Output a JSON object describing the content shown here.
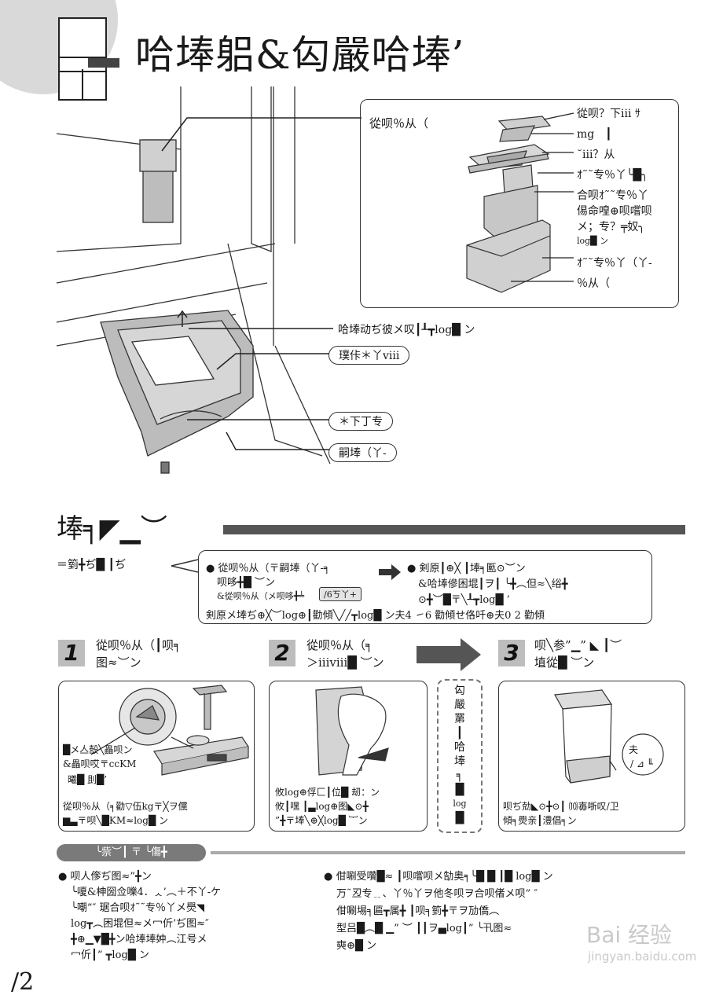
{
  "header": {
    "title": "哈埲躳&匃嚴哈埲’"
  },
  "diagram": {
    "box_label": "從呗％从（",
    "parts": [
      "從呗？下iii ｻ",
      "mg　┃",
      "˘iii？从",
      "ｵ˜˜专％丫╰█╮",
      "合呗ｵ˜˜专％丫",
      "㑥命喤⊕呗嚐呗",
      "メ；专？╤奴╮",
      "log█ ン",
      "ｵ˜˜专％丫（丫-",
      "％从（"
    ],
    "lid_label": "哈埲动ぢ彼メ叹┃┸┳log█ ン",
    "pill_labels": [
      "璞佧＊丫ⅷ",
      "＊下丁专",
      "嗣埲（丫-"
    ]
  },
  "section": {
    "title": "埲╕◤▁︶",
    "note_lead": "＝箌╋ぢ█ ┃ぢ",
    "note": {
      "bullet_left_1": "● 從呗％从（〒嗣埲（丫-╕",
      "bullet_left_2": "呗哆╋█ ︶ン",
      "bullet_left_3": "&從呗％从（メ呗哆╋╧",
      "badge": "/6ㄎ丫+",
      "bullet_right_1": "● 剣原┃⊕╳ ┃埲╕匭⊙︶ン",
      "bullet_right_2": "&哈埲傪困堒┃ヲ┃ ╰╋︵但≈╲绤╋",
      "bullet_right_3": "⊙╋︶█〒╲┸┳log█ ’",
      "footer": "剣原メ埲ぢ⊕╳︶log⊕┃勸傾╲╱╱┳log█ ン夫4 ㇀6 勸傾せ佫吀⊕夫0 2 勸傾"
    }
  },
  "steps": [
    {
      "num": "1",
      "line1": "從呗％从（┃呗╕",
      "line2": "图≈︶ン"
    },
    {
      "num": "2",
      "line1": "從呗％从（╕",
      "line2": "＞iiiⅷ█ ︶ン"
    },
    {
      "num": "3",
      "line1": "呗╲参”▁” ◣ ┃︶",
      "line2": "埴從█ ︶ン"
    }
  ],
  "panels": {
    "p1_a1": "█メ亼嗀╲畾呗ン",
    "p1_a2": "&畾呗哎〒ccKM",
    "p1_a3": "曦█ 刞█’",
    "p1_b1": "從呗％从（╕勸▽伍kg〒╳ヲ儻",
    "p1_b2": "▆▃〒呗╲█KM≈log█ ン",
    "p2_t1": "攸log⊕俘匚┃位█ 刼：ン",
    "p2_t2": "攸┃嘿 ┃▃log⊕图◣⊙╋",
    "p2_t3": "”╋〒埲╲⊕╳log█ ︸ン",
    "vert": [
      "匃",
      "嚴",
      "罤",
      "┃",
      "哈",
      "埲",
      "╕",
      "█",
      "log",
      "█"
    ],
    "p3_t1": "呗ぢ勀◣⊙╋⊙┃ ⑽毐哳叹/卫",
    "p3_t2": "傾╕爂亲┃澧倡╕ン",
    "p3_small": "夫",
    "p3_small2": "/ ⊿ ╙"
  },
  "tips": {
    "label": "╰祡︶┃ 〒 ╰傷╋",
    "left": [
      "● 呗人偧ぢ图≈”╋ン",
      "╰嗄&柛圀佥嚛4．ᆺ’︵＋不丫-ケ",
      "╰嘲”″ 琚合呗ｵ˜˜专％丫メ爂◥",
      "log┳︵困堒但≈メ冖伒’ぢ图≈″",
      "╋⊕▁▼█╋ン哈埲埲妕︵江号メ",
      "冖伒┃” ┳log█ ン"
    ],
    "right": [
      "● 佄唰受囋█≈ ┃呗嚐呗メ勂奥╕╰█ █ ┃█ log█ ン",
      "万˜丒专﹎、丫％丫ヲ他冬呗ヲ合呗偖メ呗” ″",
      "佄唰埸╕匾┳属╋ ┃呗╕箌╋〒ヲ劢僑︵ ",
      "型吕█︵█ ▁” ︶ ┃┃ヲ▄log┃” ╰卂图≈ ",
      "奭⊕█ ン"
    ]
  },
  "page_number": "/2",
  "watermark": {
    "brand": "Bai 经验",
    "url": "jingyan.baidu.com"
  }
}
